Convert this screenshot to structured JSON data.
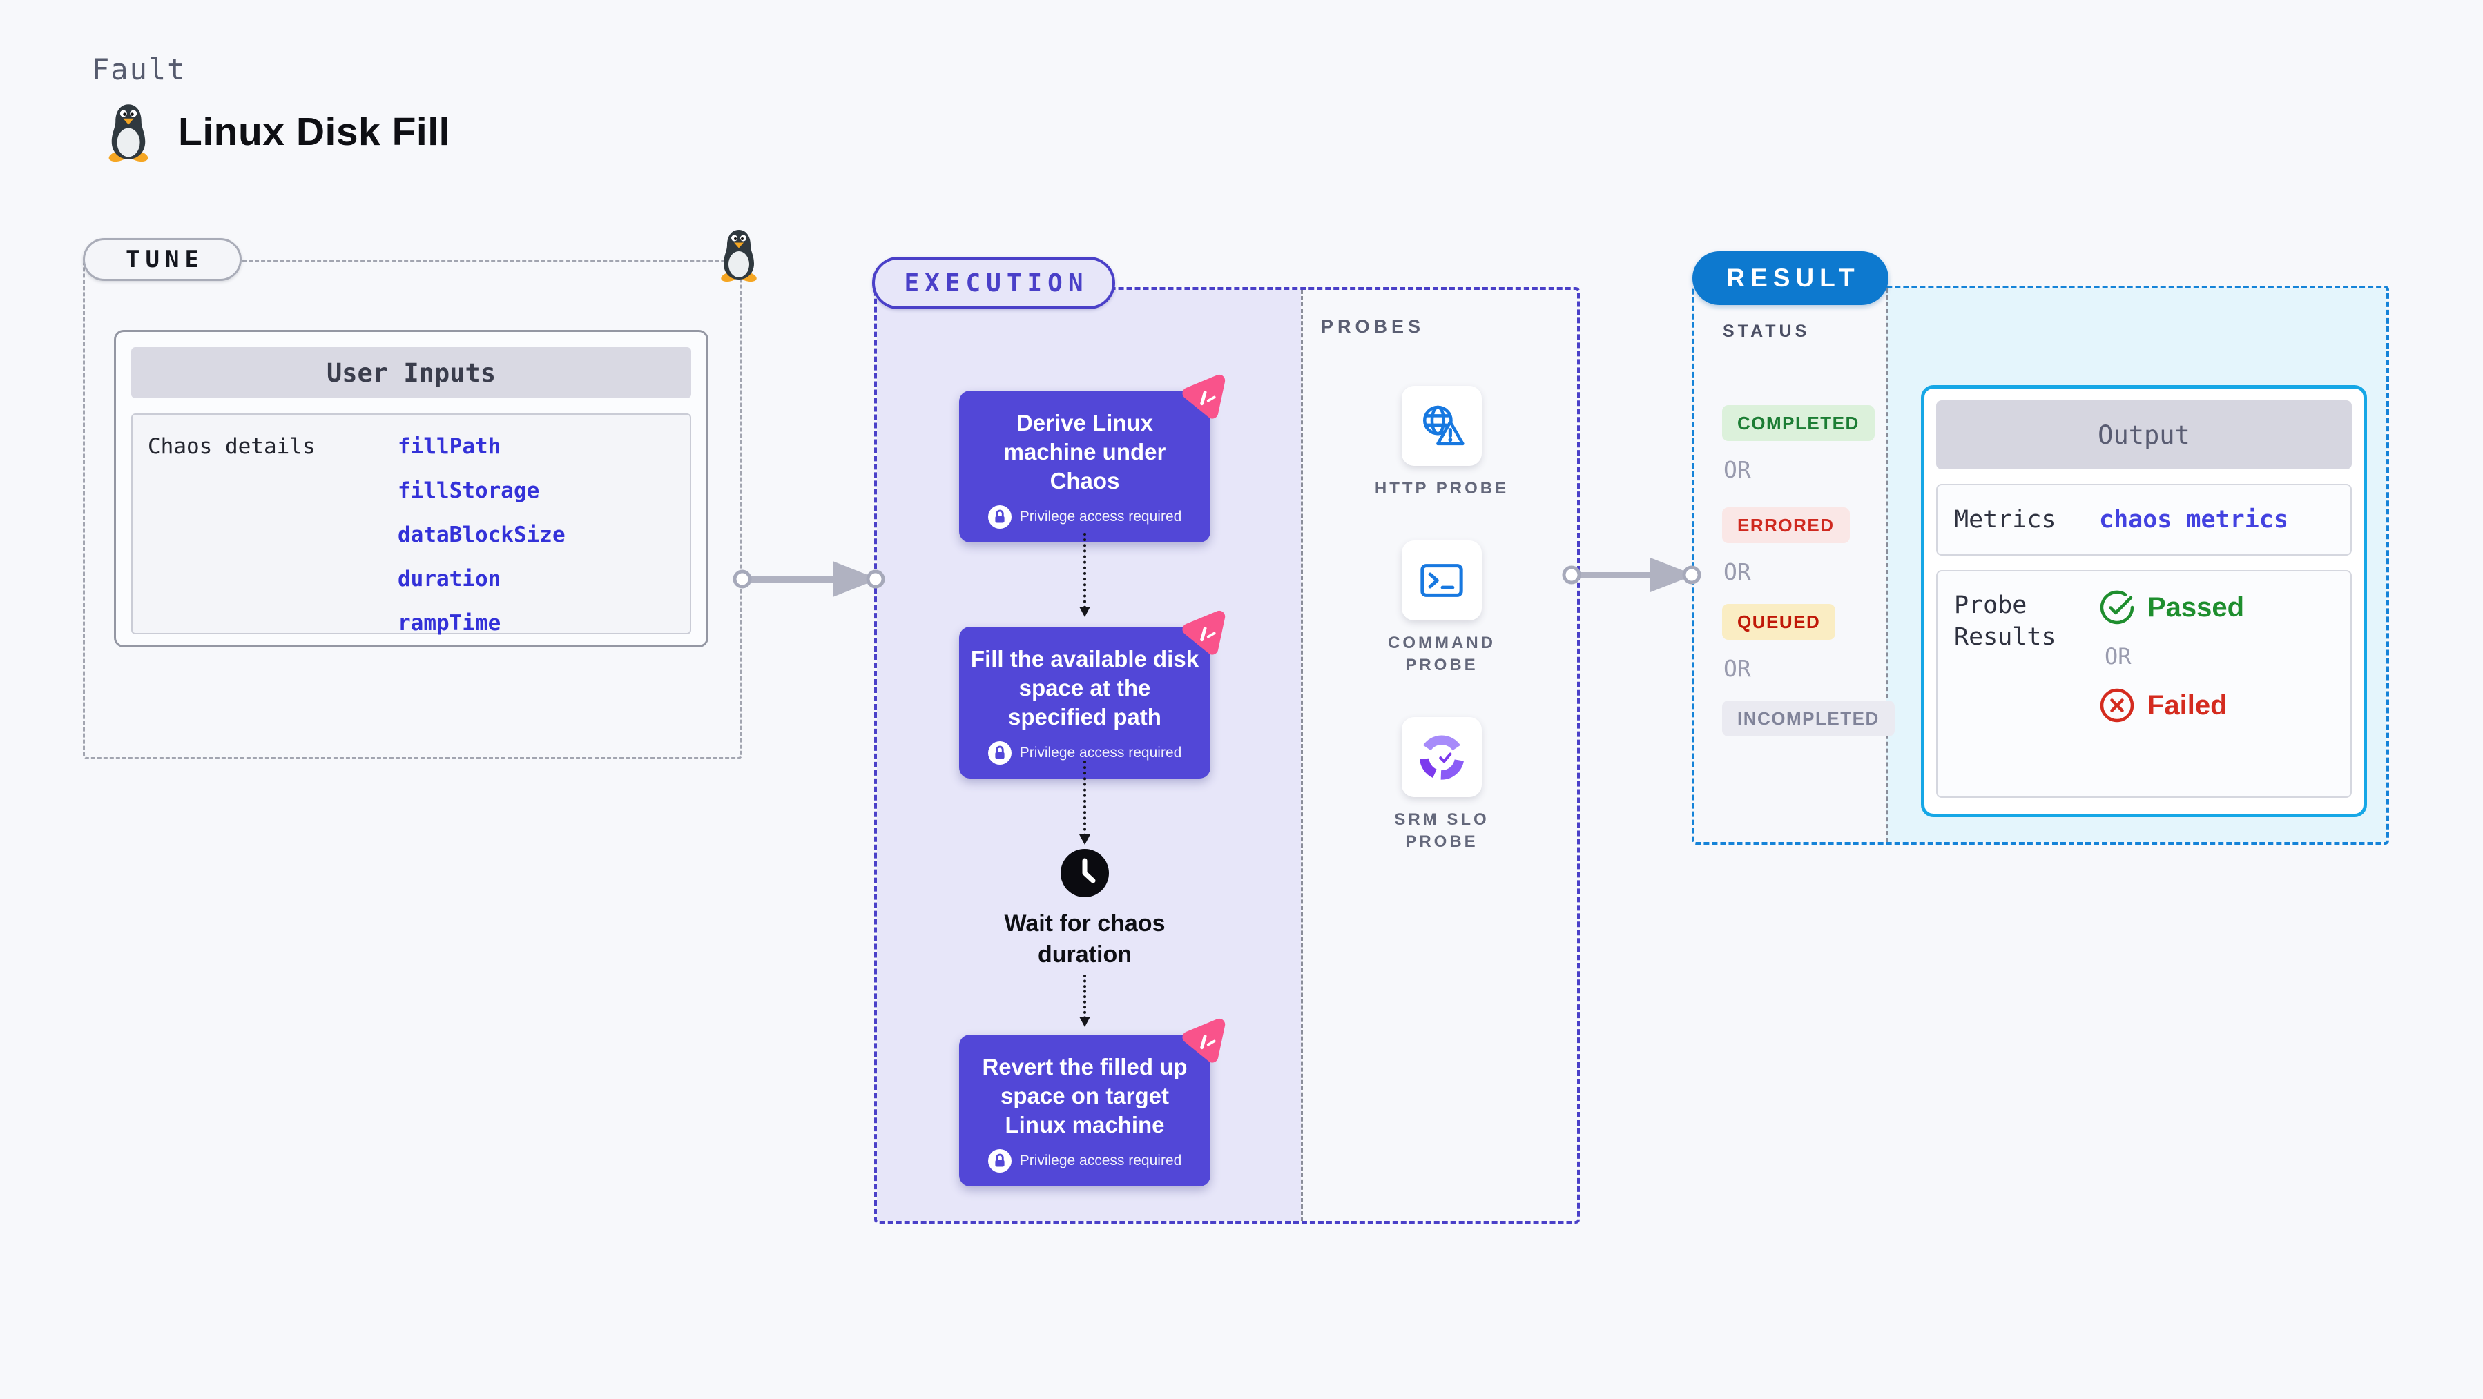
{
  "page": {
    "fault_label": "Fault",
    "title": "Linux Disk Fill"
  },
  "tune": {
    "label": "TUNE",
    "user_inputs": {
      "header": "User Inputs",
      "row_label": "Chaos details",
      "inputs": [
        "fillPath",
        "fillStorage",
        "dataBlockSize",
        "duration",
        "rampTime"
      ]
    }
  },
  "execution": {
    "label": "EXECUTION",
    "steps": [
      {
        "title": "Derive Linux machine under Chaos",
        "badge": "Privilege access required"
      },
      {
        "title": "Fill the available disk space at the specified path",
        "badge": "Privilege access required"
      },
      {
        "title": "Revert the filled up space on target Linux machine",
        "badge": "Privilege access required"
      }
    ],
    "wait_step": "Wait for chaos duration"
  },
  "probes": {
    "label": "PROBES",
    "items": [
      {
        "name": "HTTP PROBE",
        "icon": "globe-warning-icon"
      },
      {
        "name": "COMMAND PROBE",
        "icon": "terminal-icon"
      },
      {
        "name": "SRM SLO PROBE",
        "icon": "slo-donut-check-icon"
      }
    ]
  },
  "result": {
    "label": "RESULT",
    "status": {
      "heading": "STATUS",
      "separator": "OR",
      "options": [
        "COMPLETED",
        "ERRORED",
        "QUEUED",
        "INCOMPLETED"
      ]
    },
    "output": {
      "header": "Output",
      "metrics_label": "Metrics",
      "metrics_value": "chaos metrics",
      "probe_results_label": "Probe Results",
      "passed": "Passed",
      "or": "OR",
      "failed": "Failed"
    }
  },
  "icons": [
    "tux-penguin-icon",
    "litmus-chaos-badge-icon",
    "lock-icon",
    "clock-icon",
    "globe-warning-icon",
    "terminal-icon",
    "slo-donut-check-icon",
    "flow-arrow-icon",
    "check-circle-icon",
    "x-circle-icon"
  ],
  "colors": {
    "page_bg": "#F7F8FB",
    "indigo": "#4A40C8",
    "lavender": "#E7E6F9",
    "step_purple": "#5247D7",
    "pink_badge": "#F9538B",
    "result_blue": "#0D79CF",
    "result_dash": "#1583D8",
    "output_border": "#16A7E6",
    "output_bg": "#E4F5FC",
    "link_blue": "#3331D8",
    "completed": "#1C7D34",
    "errored": "#CF291F",
    "queued": "#C01808",
    "incompleted": "#808399",
    "passed_green": "#1E8E2E",
    "failed_red": "#D42B1F",
    "probe_icon_blue": "#1778E0"
  }
}
